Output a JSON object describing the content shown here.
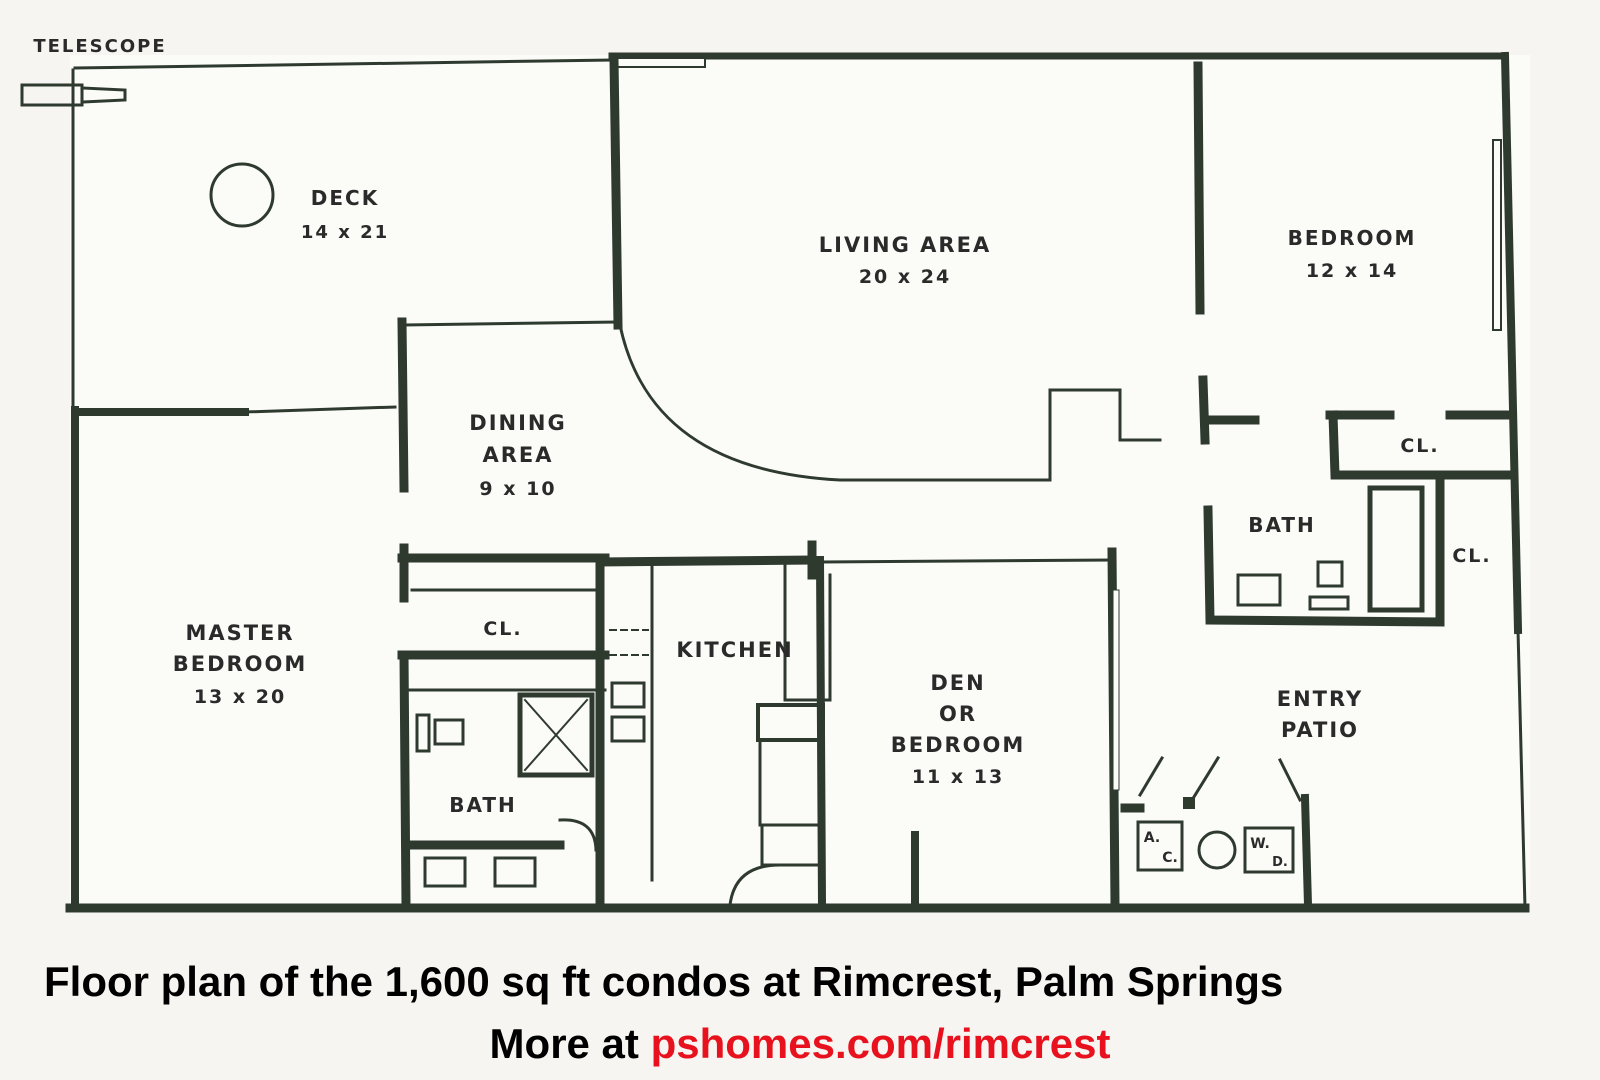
{
  "labels": {
    "telescope": "TELESCOPE",
    "deck": "DECK",
    "deck_size": "14 x 21",
    "living": "LIVING AREA",
    "living_size": "20 x 24",
    "bedroom": "BEDROOM",
    "bedroom_size": "12 x 14",
    "dining_1": "DINING",
    "dining_2": "AREA",
    "dining_size": "9 x 10",
    "master_1": "MASTER",
    "master_2": "BEDROOM",
    "master_size": "13 x 20",
    "closet_a": "CL.",
    "closet_b": "CL.",
    "closet_c": "CL.",
    "kitchen": "KITCHEN",
    "bath_a": "BATH",
    "bath_b": "BATH",
    "den_1": "DEN",
    "den_2": "OR",
    "den_3": "BEDROOM",
    "den_size": "11 x 13",
    "entry_1": "ENTRY",
    "entry_2": "PATIO",
    "ac_1": "A.",
    "ac_2": "C.",
    "wd_1": "W.",
    "wd_2": "D."
  },
  "caption": {
    "line1": "Floor plan of the 1,600 sq ft condos at Rimcrest, Palm Springs",
    "line2_prefix": "More at ",
    "line2_link": "pshomes.com/rimcrest"
  },
  "colors": {
    "wall": "#2f3a2f",
    "link": "#e8121e",
    "background": "#f6f5f1"
  }
}
